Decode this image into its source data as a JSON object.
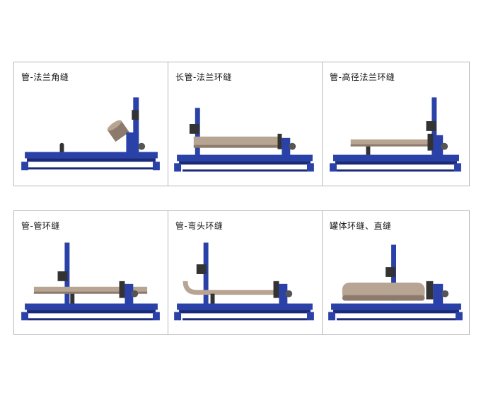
{
  "panels": [
    {
      "label": "管-法兰角缝"
    },
    {
      "label": "长管-法兰环缝"
    },
    {
      "label": "管-高径法兰环缝"
    },
    {
      "label": "管-管环缝"
    },
    {
      "label": "管-弯头环缝"
    },
    {
      "label": "罐体环缝、直缝"
    }
  ],
  "colors": {
    "frame_blue": "#2a41a8",
    "frame_dark": "#1a2a78",
    "pipe": "#b8a493",
    "pipe_shadow": "#8c7a6c",
    "border": "#b9b9b9"
  }
}
